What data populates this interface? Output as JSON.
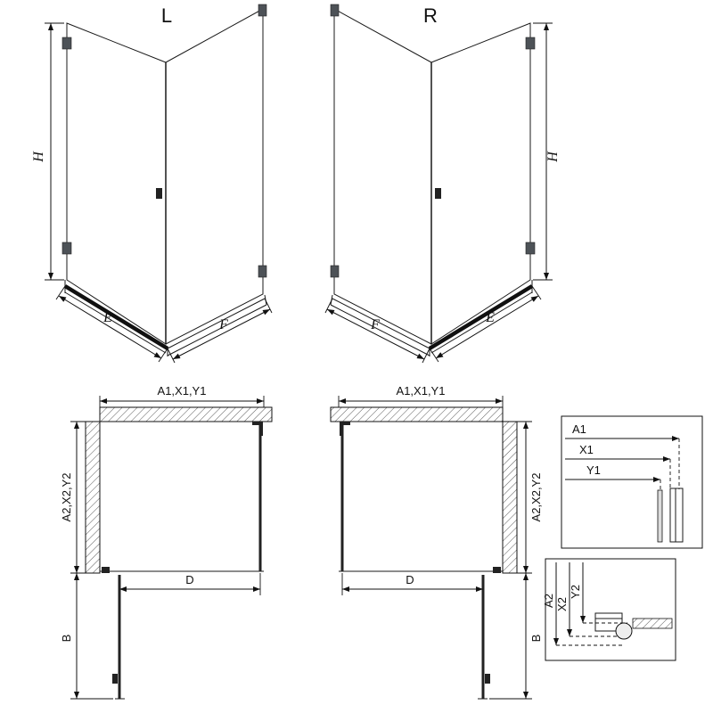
{
  "page": {
    "background": "#ffffff",
    "line_color": "#111111"
  },
  "perspective_views": {
    "left": {
      "label": "L",
      "height_dim": "H",
      "door_side_dim": "E",
      "fixed_side_dim": "F"
    },
    "right": {
      "label": "R",
      "height_dim": "H",
      "door_side_dim": "E",
      "fixed_side_dim": "F"
    }
  },
  "plan_views": {
    "left": {
      "width_dim": "A1,X1,Y1",
      "depth_dim": "A2,X2,Y2",
      "entry_dim": "D",
      "door_dim": "B"
    },
    "right": {
      "width_dim": "A1,X1,Y1",
      "depth_dim": "A2,X2,Y2",
      "entry_dim": "D",
      "door_dim": "B"
    }
  },
  "details": {
    "wall_profile": {
      "dims": [
        "A1",
        "X1",
        "Y1"
      ]
    },
    "hinge_profile": {
      "dims": [
        "A2",
        "X2",
        "Y2"
      ]
    }
  }
}
